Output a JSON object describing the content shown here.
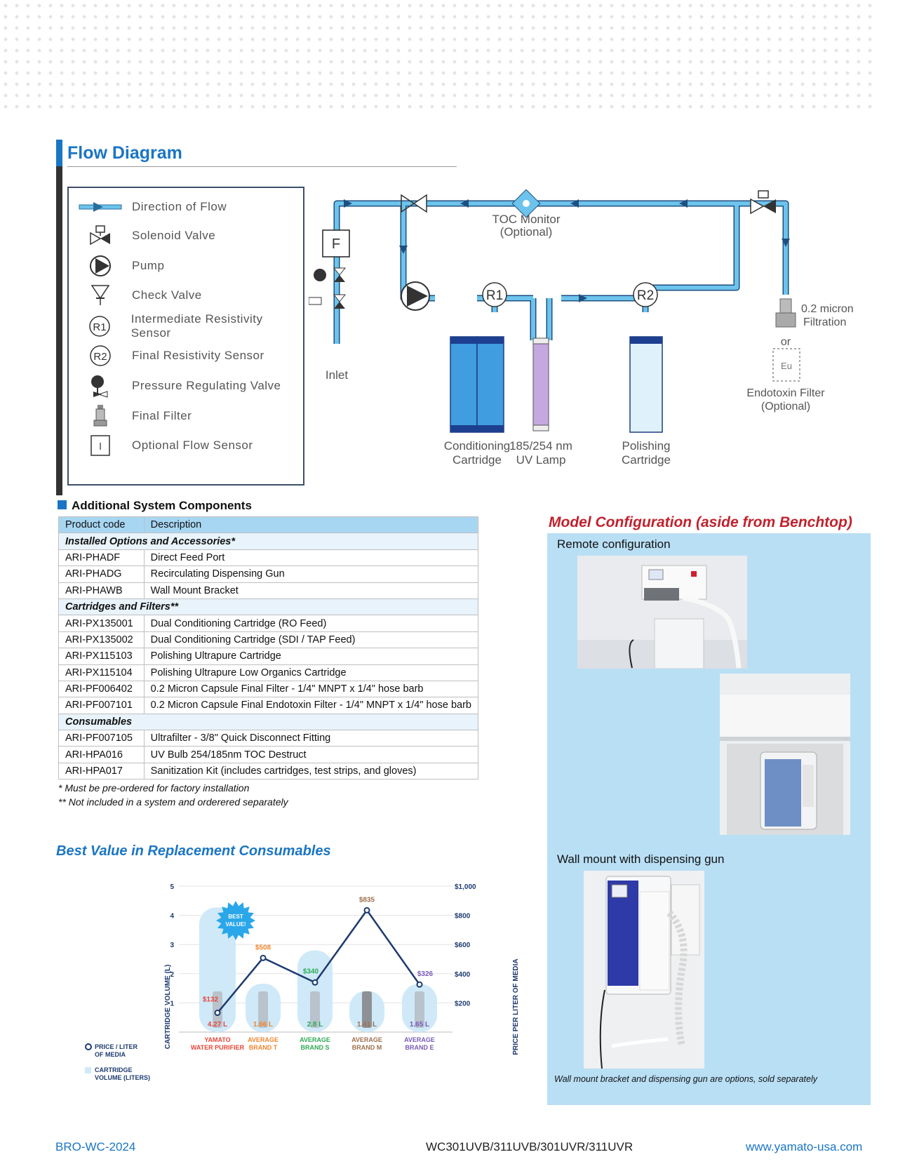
{
  "flow_diagram": {
    "title": "Flow Diagram",
    "legend": [
      {
        "icon": "direction-of-flow-icon",
        "label": "Direction of Flow"
      },
      {
        "icon": "solenoid-valve-icon",
        "label": "Solenoid Valve"
      },
      {
        "icon": "pump-icon",
        "label": "Pump"
      },
      {
        "icon": "check-valve-icon",
        "label": "Check Valve"
      },
      {
        "icon": "r1-sensor-icon",
        "label": "Intermediate Resistivity Sensor"
      },
      {
        "icon": "r2-sensor-icon",
        "label": "Final Resistivity Sensor"
      },
      {
        "icon": "pressure-regulating-valve-icon",
        "label": "Pressure Regulating Valve"
      },
      {
        "icon": "final-filter-icon",
        "label": "Final Filter"
      },
      {
        "icon": "flow-sensor-icon",
        "label": "Optional Flow Sensor"
      }
    ],
    "labels": {
      "flow_sensor_symbol": "F",
      "inlet": "Inlet",
      "toc_monitor": "TOC Monitor",
      "toc_optional": "(Optional)",
      "r1": "R1",
      "r2": "R2",
      "conditioning_1": "Conditioning",
      "conditioning_2": "Cartridge",
      "uv_1": "185/254 nm",
      "uv_2": "UV Lamp",
      "polishing_1": "Polishing",
      "polishing_2": "Cartridge",
      "micron_1": "0.2 micron",
      "micron_2": "Filtration",
      "or": "or",
      "eu": "Eu",
      "endotoxin_1": "Endotoxin Filter",
      "endotoxin_2": "(Optional)"
    }
  },
  "components": {
    "title": "Additional System Components",
    "headers": [
      "Product code",
      "Description"
    ],
    "sections": [
      {
        "name": "Installed Options and Accessories*",
        "rows": [
          [
            "ARI-PHADF",
            "Direct Feed Port"
          ],
          [
            "ARI-PHADG",
            "Recirculating Dispensing Gun"
          ],
          [
            "ARI-PHAWB",
            "Wall Mount Bracket"
          ]
        ]
      },
      {
        "name": "Cartridges and Filters**",
        "rows": [
          [
            "ARI-PX135001",
            "Dual Conditioning Cartridge (RO Feed)"
          ],
          [
            "ARI-PX135002",
            "Dual Conditioning Cartridge (SDI / TAP Feed)"
          ],
          [
            "ARI-PX115103",
            "Polishing Ultrapure Cartridge"
          ],
          [
            "ARI-PX115104",
            "Polishing Ultrapure Low Organics Cartridge"
          ],
          [
            "ARI-PF006402",
            "0.2 Micron Capsule Final Filter - 1/4\" MNPT x 1/4\" hose barb"
          ],
          [
            "ARI-PF007101",
            "0.2 Micron Capsule Final Endotoxin Filter - 1/4\" MNPT x 1/4\" hose barb"
          ]
        ]
      },
      {
        "name": "Consumables",
        "rows": [
          [
            "ARI-PF007105",
            "Ultrafilter - 3/8\" Quick Disconnect Fitting"
          ],
          [
            "ARI-HPA016",
            "UV Bulb 254/185nm TOC Destruct"
          ],
          [
            "ARI-HPA017",
            "Sanitization Kit (includes cartridges, test strips, and gloves)"
          ]
        ]
      }
    ],
    "footnotes": [
      "* Must be pre-ordered for factory installation",
      "** Not included in a system and orderered separately"
    ]
  },
  "best_value": {
    "title": "Best Value in Replacement Consumables",
    "badge_1": "BEST",
    "badge_2": "VALUE!",
    "legend_price_1": "PRICE / LITER",
    "legend_price_2": "OF MEDIA",
    "legend_volume_1": "CARTRIDGE",
    "legend_volume_2": "VOLUME (LITERS)"
  },
  "chart_data": {
    "type": "bar",
    "categories": [
      [
        "YAMATO",
        "WATER PURIFIER"
      ],
      [
        "AVERAGE",
        "BRAND T"
      ],
      [
        "AVERAGE",
        "BRAND S"
      ],
      [
        "AVERAGE",
        "BRAND M"
      ],
      [
        "AVERAGE",
        "BRAND E"
      ]
    ],
    "category_colors": [
      "#e8463a",
      "#f0862e",
      "#2eaa55",
      "#a07050",
      "#7a5ab8"
    ],
    "series": [
      {
        "name": "CARTRIDGE VOLUME (LITERS)",
        "type": "bar",
        "axis": "left",
        "values": [
          4.27,
          1.66,
          2.8,
          1.41,
          1.65
        ],
        "labels": [
          "4.27 L",
          "1.66 L",
          "2.8 L",
          "1.41 L",
          "1.65 L"
        ]
      },
      {
        "name": "PRICE / LITER OF MEDIA",
        "type": "line",
        "axis": "right",
        "values": [
          132,
          508,
          340,
          835,
          326
        ],
        "labels": [
          "$132",
          "$508",
          "$340",
          "$835",
          "$326"
        ]
      }
    ],
    "ylabel_left": "CARTRIDGE VOLUME (L)",
    "ylabel_right": "PRICE PER LITER OF MEDIA",
    "ylim_left": [
      0,
      5
    ],
    "ylim_right": [
      0,
      1000
    ],
    "yticks_left": [
      "1",
      "2",
      "3",
      "4",
      "5"
    ],
    "yticks_right": [
      "$200",
      "$400",
      "$600",
      "$800",
      "$1,000"
    ],
    "grid": true,
    "legend_position": "left"
  },
  "model_config": {
    "title": "Model Configuration (aside from Benchtop)",
    "remote_label": "Remote configuration",
    "wall_label": "Wall mount with dispensing gun",
    "note": "Wall mount bracket and dispensing gun are options, sold separately"
  },
  "footer": {
    "left": "BRO-WC-2024",
    "center": "WC301UVB/311UVB/301UVR/311UVR",
    "right": "www.yamato-usa.com"
  },
  "colors": {
    "accent_blue": "#1a75c4",
    "title_red": "#c0222d",
    "panel_blue": "#b9dff5",
    "pipe_blue": "#6cc3ec"
  }
}
